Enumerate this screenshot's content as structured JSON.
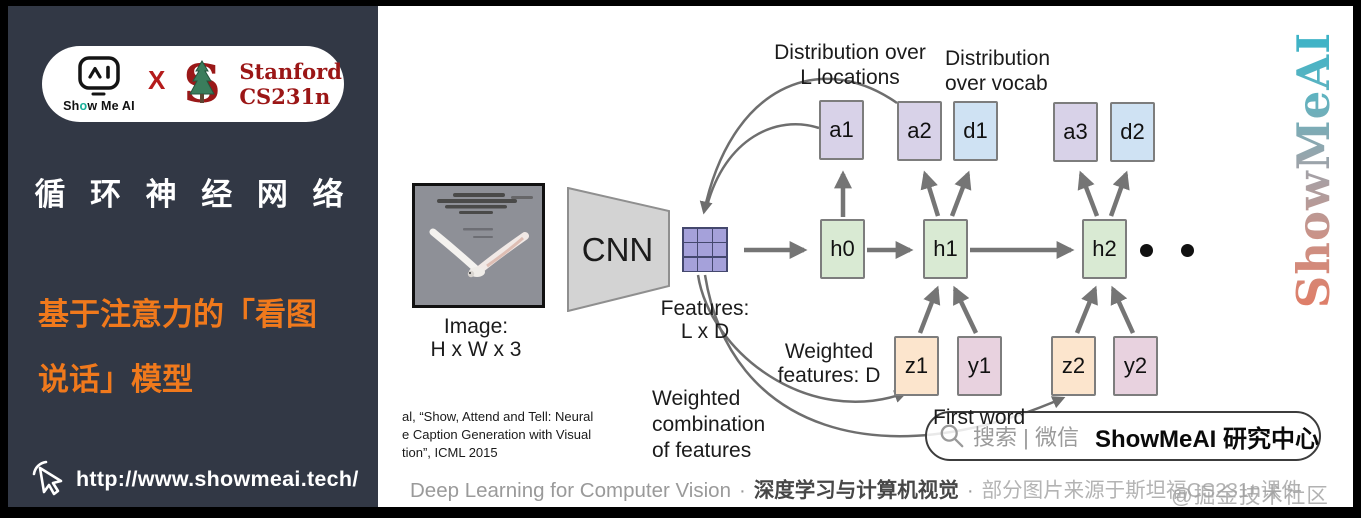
{
  "sidebar": {
    "logo": {
      "showmeai_p1": "Sh",
      "showmeai_o": "o",
      "showmeai_p2": "w Me AI",
      "x_sep": "X",
      "stanford_line1": "Stanford",
      "stanford_line2": "CS231n"
    },
    "title": "循 环 神 经 网 络",
    "subtitle_line1": "基于注意力的「看图",
    "subtitle_line2": "说话」模型",
    "url": "http://www.showmeai.tech/"
  },
  "diagram": {
    "image_caption_line1": "Image:",
    "image_caption_line2": "H x W x 3",
    "cnn_label": "CNN",
    "features_caption_line1": "Features:",
    "features_caption_line2": "L x D",
    "dist_locations_line1": "Distribution over",
    "dist_locations_line2": "L locations",
    "dist_vocab_line1": "Distribution",
    "dist_vocab_line2": "over vocab",
    "weighted_features_line1": "Weighted",
    "weighted_features_line2": "features: D",
    "weighted_combo_line1": "Weighted",
    "weighted_combo_line2": "combination",
    "weighted_combo_line3": "of features",
    "first_word": "First word",
    "citation_line1": "al, “Show, Attend and Tell: Neural",
    "citation_line2": "e Caption Generation with Visual",
    "citation_line3": "tion”, ICML 2015",
    "nodes": {
      "a1": "a1",
      "a2": "a2",
      "a3": "a3",
      "d1": "d1",
      "d2": "d2",
      "h0": "h0",
      "h1": "h1",
      "h2": "h2",
      "z1": "z1",
      "z2": "z2",
      "y1": "y1",
      "y2": "y2"
    },
    "colors": {
      "attention_box": "#d8d2e8",
      "vocab_box": "#cfe2f3",
      "hidden_box": "#d9ead3",
      "weighted_box": "#fce5cd",
      "word_box": "#e8d2df",
      "feature_grid": "#a5a1da",
      "arrow": "#757575"
    }
  },
  "search_bar": {
    "placeholder": "搜索 | 微信",
    "brand": "ShowMeAI 研究中心"
  },
  "watermarks": {
    "vertical": "ShowMeAI",
    "corner": "@掘金技术社区"
  },
  "footer": {
    "part1": "Deep Learning for Computer Vision",
    "sep1": "·",
    "part2": "深度学习与计算机视觉",
    "sep2": "·",
    "part3": "部分图片来源于斯坦福CS231n课件"
  }
}
